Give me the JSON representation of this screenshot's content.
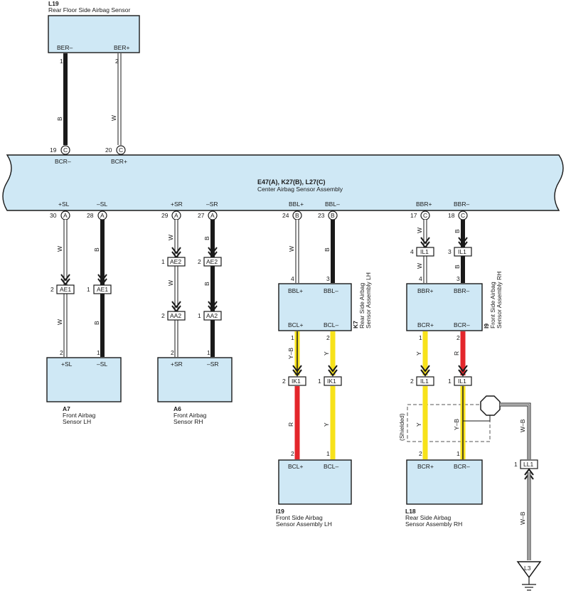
{
  "colors": {
    "box_fill": "#cfe8f5",
    "red": "#e3262b",
    "yellow": "#f7e21a",
    "black": "#1a1a1a"
  },
  "center": {
    "code": "E47(A), K27(B), L27(C)",
    "name": "Center Airbag Sensor Assembly"
  },
  "l19": {
    "code": "L19",
    "name": "Rear Floor Side Airbag Sensor",
    "pin1_label": "BER–",
    "pin2_label": "BER+",
    "pin1_num": "1",
    "pin2_num": "2",
    "wire1": "B",
    "wire2": "W",
    "cpin1": "19",
    "cpin2": "20",
    "cletter": "C",
    "clabel1": "BCR–",
    "clabel2": "BCR+"
  },
  "a7": {
    "code": "A7",
    "name1": "Front Airbag",
    "name2": "Sensor LH",
    "cpin1": "30",
    "cpin2": "28",
    "clabel1": "+SL",
    "clabel2": "–SL",
    "cletter": "A",
    "wire1": "W",
    "wire2": "B",
    "conn": "AE1",
    "conn_pin1": "2",
    "conn_pin2": "1",
    "wire3": "W",
    "wire4": "B",
    "pin1_num": "2",
    "pin2_num": "1",
    "pin1_label": "+SL",
    "pin2_label": "–SL"
  },
  "a6": {
    "code": "A6",
    "name1": "Front Airbag",
    "name2": "Sensor RH",
    "cpin1": "29",
    "cpin2": "27",
    "clabel1": "+SR",
    "clabel2": "–SR",
    "cletter": "A",
    "wire1": "W",
    "wire2": "B",
    "conn_a": "AE2",
    "conn_a_pin1": "1",
    "conn_a_pin2": "2",
    "wire3": "W",
    "wire4": "B",
    "conn_b": "AA2",
    "conn_b_pin1": "2",
    "conn_b_pin2": "1",
    "pin1_num": "2",
    "pin2_num": "1",
    "pin1_label": "+SR",
    "pin2_label": "–SR"
  },
  "k7": {
    "code": "K7",
    "name1": "Rear Side Airbag",
    "name2": "Sensor Assembly LH",
    "cpin1": "24",
    "cpin2": "23",
    "clabel1": "BBL+",
    "clabel2": "BBL–",
    "cletter": "B",
    "wire1": "W",
    "wire2": "B",
    "top_pin1": "4",
    "top_pin2": "3",
    "top_label1": "BBL+",
    "top_label2": "BBL–",
    "bot_label1": "BCL+",
    "bot_label2": "BCL–",
    "bot_pin1": "1",
    "bot_pin2": "2",
    "wire3": "Y–B",
    "wire4": "Y",
    "conn": "IK1",
    "conn_pin1": "2",
    "conn_pin2": "1",
    "wire5": "R",
    "wire6": "Y"
  },
  "i19": {
    "code": "I19",
    "name1": "Front Side Airbag",
    "name2": "Sensor Assembly LH",
    "pin1_num": "2",
    "pin2_num": "1",
    "pin1_label": "BCL+",
    "pin2_label": "BCL–"
  },
  "i9": {
    "code": "I9",
    "name1": "Front Side Airbag",
    "name2": "Sensor Assembly RH",
    "cpin1": "17",
    "cpin2": "18",
    "clabel1": "BBR+",
    "clabel2": "BBR–",
    "cletter": "C",
    "wire1": "W",
    "wire2": "B",
    "conn": "IL1",
    "conn_pin1": "4",
    "conn_pin2": "3",
    "wire3": "W",
    "wire4": "B",
    "top_pin1": "4",
    "top_pin2": "3",
    "top_label1": "BBR+",
    "top_label2": "BBR–",
    "bot_label1": "BCR+",
    "bot_label2": "BCR–",
    "bot_pin1": "1",
    "bot_pin2": "2",
    "wire5": "Y",
    "wire6": "R",
    "conn2": "IL1",
    "conn2_pin1": "2",
    "conn2_pin2": "1",
    "shielded": "(Shielded)",
    "wire7": "Y",
    "wire8": "Y–B"
  },
  "l18": {
    "code": "L18",
    "name1": "Rear Side Airbag",
    "name2": "Sensor Assembly RH",
    "pin1_num": "2",
    "pin2_num": "1",
    "pin1_label": "BCR+",
    "pin2_label": "BCR–"
  },
  "ground": {
    "wire1": "W–B",
    "conn": "LL1",
    "conn_pin": "1",
    "wire2": "W–B",
    "point": "L3"
  }
}
